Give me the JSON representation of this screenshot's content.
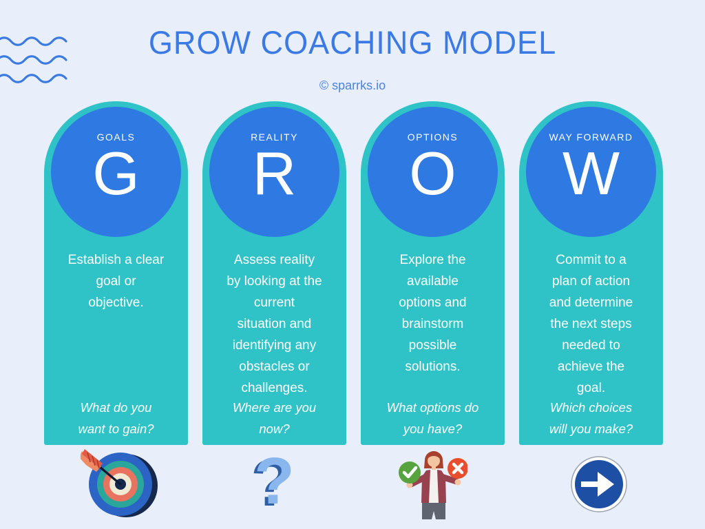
{
  "page": {
    "title": "GROW COACHING MODEL",
    "credit": "© sparrks.io",
    "background_color": "#e8effa",
    "title_color": "#3b7ae4",
    "pill_teal": "#2fc2c6",
    "circle_blue": "#2e79e2",
    "wave_color": "#3b7ae0"
  },
  "columns": [
    {
      "label": "GOALS",
      "letter": "G",
      "description": "Establish a clear\ngoal or\nobjective.",
      "question": "What do you\nwant to gain?",
      "icon": "dartboard-target-icon"
    },
    {
      "label": "REALITY",
      "letter": "R",
      "description": "Assess reality\nby looking at the\ncurrent\nsituation and\nidentifying any\nobstacles or\nchallenges.",
      "question": "Where are you\nnow?",
      "icon": "question-mark-icon"
    },
    {
      "label": "OPTIONS",
      "letter": "O",
      "description": "Explore the\navailable\noptions and\nbrainstorm\npossible\nsolutions.",
      "question": "What options do\nyou have?",
      "icon": "choice-person-icon"
    },
    {
      "label": "WAY FORWARD",
      "letter": "W",
      "description": "Commit to a\nplan of action\nand determine\nthe next steps\nneeded to\nachieve the\ngoal.",
      "question": "Which choices\nwill you make?",
      "icon": "arrow-sign-icon"
    }
  ],
  "icons": {
    "question_mark_glyph": "?"
  }
}
